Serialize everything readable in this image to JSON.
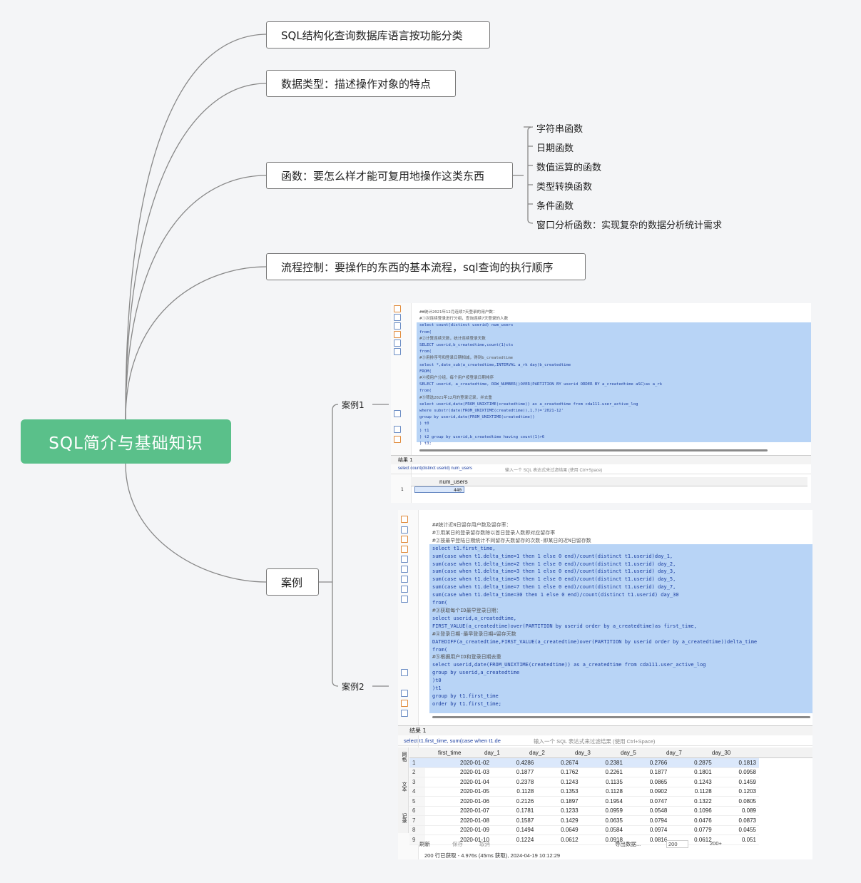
{
  "root": "SQL简介与基础知识",
  "branches": [
    "SQL结构化查询数据库语言按功能分类",
    "数据类型：描述操作对象的特点",
    "函数：要怎么样才能可复用地操作这类东西",
    "流程控制：要操作的东西的基本流程，sql查询的执行顺序",
    "案例"
  ],
  "functions": [
    "字符串函数",
    "日期函数",
    "数值运算的函数",
    "类型转换函数",
    "条件函数",
    "窗口分析函数：实现复杂的数据分析统计需求"
  ],
  "cases": [
    "案例1",
    "案例2"
  ],
  "case1": {
    "code": [
      "##统计2021年12月连续7天登录的用户数：",
      "#①对连续登录进行分组，查询连续7天登录的人数",
      "select count(distinct userid) num_users",
      "from(",
      "#②计算连续天数，统计连续登录天数",
      "SELECT userid,b_createdtime,count(1)cts",
      "from(",
      "#③用排序号和登录日期相减，得到b_createdtime",
      "select *,date_sub(a_createdtime,INTERVAL a_rk day)b_createdtime",
      "FROM(",
      "#④按用户分组，每个用户按登录日期排序",
      "SELECT userid, a_createdtime, ROW_NUMBER()OVER(PARTITION BY userid ORDER BY a_createdtime aSC)as a_rk",
      "from(",
      "#⑤筛选2021年12月的登录记录，并去重",
      "select userid,date(FROM_UNIXTIME(createdtime)) as a_createdtime from cda111.user_active_log",
      "where substr(date(FROM_UNIXTIME(createdtime)),1,7)='2021-12'",
      "group by userid,date(FROM_UNIXTIME(createdtime))",
      ") t0",
      ") t1",
      ") t2 group by userid,b_createdtime having count(1)>6",
      ") t3;"
    ],
    "result_tab": "结果 1",
    "result_query": "select count(distinct userid) num_users",
    "filter_hint": "输入一个 SQL 表达式来过滤结果 (使用 Ctrl+Space)",
    "column": "num_users",
    "row_index": "1",
    "value": "440"
  },
  "case2": {
    "code": [
      "##统计近N日留存用户数及留存率：",
      "#①用某日的登录留存数除以首日登录人数即对应留存率",
      "#②按最早登陆日期统计不同留存天数留存的次数-即某日的近N日留存数",
      "select t1.first_time,",
      "sum(case when t1.delta_time=1 then 1 else 0 end)/count(distinct t1.userid)day_1,",
      "sum(case when t1.delta_time=2 then 1 else 0 end)/count(distinct t1.userid) day_2,",
      "sum(case when t1.delta_time=3 then 1 else 0 end)/count(distinct t1.userid) day_3,",
      "sum(case when t1.delta_time=5 then 1 else 0 end)/count(distinct t1.userid) day_5,",
      "sum(case when t1.delta_time=7 then 1 else 0 end)/count(distinct t1.userid) day_7,",
      "sum(case when t1.delta_time=30 then 1 else 0 end)/count(distinct t1.userid) day_30",
      "from(",
      "#③获取每个ID最早登录日期：",
      "select userid,a_createdtime,",
      "FIRST_VALUE(a_createdtime)over(PARTITION by userid order by a_createdtime)as first_time,",
      "#④登录日期-最早登录日期=留存天数",
      "DATEDIFF(a_createdtime,FIRST_VALUE(a_createdtime)over(PARTITION by userid order by a_createdtime))delta_time",
      "from(",
      "#⑤根据用户ID和登录日期去重",
      "select userid,date(FROM_UNIXTIME(createdtime)) as a_createdtime from cda111.user_active_log",
      "group by userid,a_createdtime",
      ")t0",
      ")t1",
      "group by t1.first_time",
      "order by t1.first_time;"
    ],
    "result_tab": "结果 1",
    "result_query": "select t1.first_time, sum(case when t1.de",
    "filter_hint": "输入一个 SQL 表达式来过滤结果 (使用 Ctrl+Space)",
    "columns": [
      "first_time",
      "day_1",
      "day_2",
      "day_3",
      "day_5",
      "day_7",
      "day_30"
    ],
    "rows": [
      [
        "1",
        "2020-01-02",
        "0.4286",
        "0.2674",
        "0.2381",
        "0.2766",
        "0.2875",
        "0.1813"
      ],
      [
        "2",
        "2020-01-03",
        "0.1877",
        "0.1762",
        "0.2261",
        "0.1877",
        "0.1801",
        "0.0958"
      ],
      [
        "3",
        "2020-01-04",
        "0.2378",
        "0.1243",
        "0.1135",
        "0.0865",
        "0.1243",
        "0.1459"
      ],
      [
        "4",
        "2020-01-05",
        "0.1128",
        "0.1353",
        "0.1128",
        "0.0902",
        "0.1128",
        "0.1203"
      ],
      [
        "5",
        "2020-01-06",
        "0.2126",
        "0.1897",
        "0.1954",
        "0.0747",
        "0.1322",
        "0.0805"
      ],
      [
        "6",
        "2020-01-07",
        "0.1781",
        "0.1233",
        "0.0959",
        "0.0548",
        "0.1096",
        "0.089"
      ],
      [
        "7",
        "2020-01-08",
        "0.1587",
        "0.1429",
        "0.0635",
        "0.0794",
        "0.0476",
        "0.0873"
      ],
      [
        "8",
        "2020-01-09",
        "0.1494",
        "0.0649",
        "0.0584",
        "0.0974",
        "0.0779",
        "0.0455"
      ],
      [
        "9",
        "2020-01-10",
        "0.1224",
        "0.0612",
        "0.0918",
        "0.0816",
        "0.0612",
        "0.051"
      ]
    ],
    "toolbar": [
      "刷新",
      "保存",
      "取消",
      "导出数据..."
    ],
    "fetch_size": "200",
    "fetch_more": "200+",
    "status": "200 行已获取 - 4.976s (45ms 获取), 2024-04-19 10:12:29",
    "side_labels": [
      "网格",
      "文本",
      "记录"
    ]
  }
}
